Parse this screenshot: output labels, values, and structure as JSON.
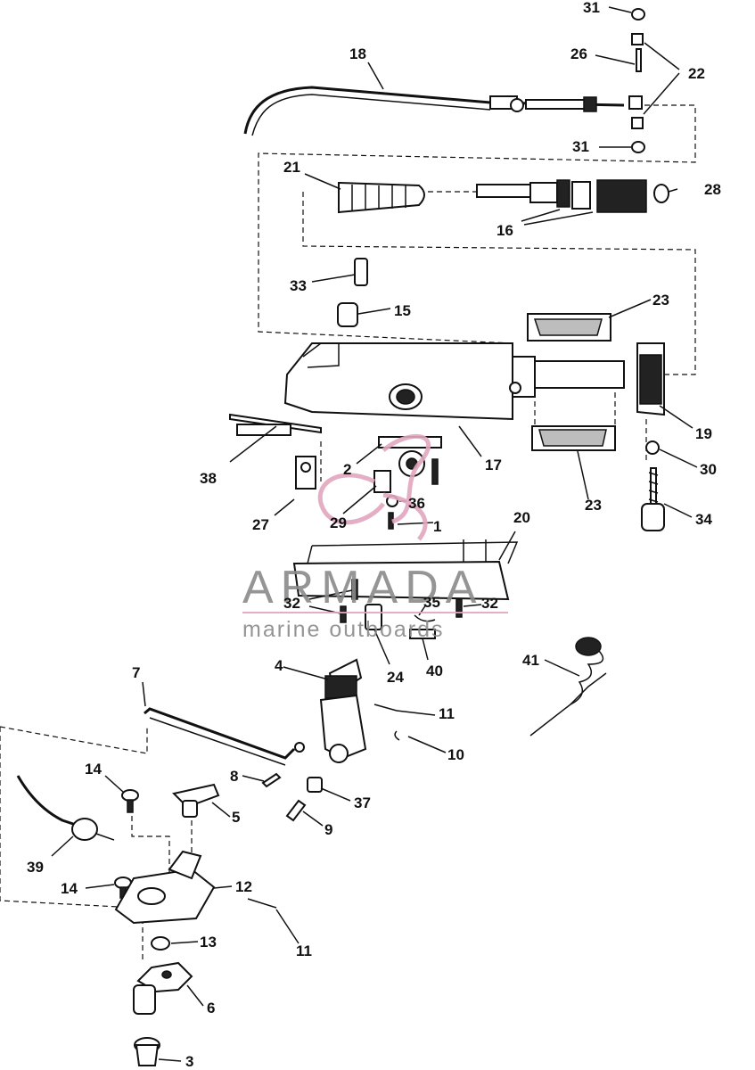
{
  "watermark": {
    "brand": "ARMADA",
    "tagline": "marine outboards",
    "logo_color": "#e2a7bf",
    "text_color": "#8a8a8a"
  },
  "callouts": {
    "p1": "1",
    "p2": "2",
    "p3": "3",
    "p4": "4",
    "p5": "5",
    "p6": "6",
    "p7": "7",
    "p8": "8",
    "p9": "9",
    "p10": "10",
    "p11a": "11",
    "p11b": "11",
    "p12": "12",
    "p13": "13",
    "p14a": "14",
    "p14b": "14",
    "p15": "15",
    "p16": "16",
    "p17": "17",
    "p18": "18",
    "p19": "19",
    "p20": "20",
    "p21": "21",
    "p22": "22",
    "p23a": "23",
    "p23b": "23",
    "p24": "24",
    "p26": "26",
    "p27": "27",
    "p28": "28",
    "p29": "29",
    "p30": "30",
    "p31a": "31",
    "p31b": "31",
    "p32a": "32",
    "p32b": "32",
    "p33": "33",
    "p34": "34",
    "p35": "35",
    "p36": "36",
    "p37": "37",
    "p38": "38",
    "p39": "39",
    "p40": "40",
    "p41": "41"
  }
}
